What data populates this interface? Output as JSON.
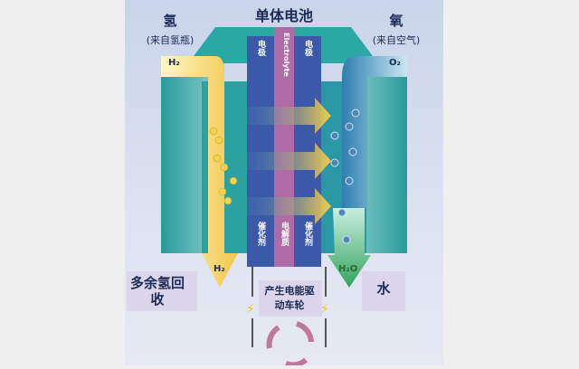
{
  "title": "单体电池",
  "hydrogen": {
    "label": "氢",
    "source": "(来自氢瓶)",
    "formula_in": "H₂",
    "formula_out": "H₂",
    "recycle": "多余氢回收"
  },
  "oxygen": {
    "label": "氧",
    "source": "(来自空气)",
    "formula_in": "O₂"
  },
  "electrode_left": "电极",
  "electrode_right": "电极",
  "electrolyte_en": "Electrolyte",
  "catalyst_left": "催化剂",
  "electrolyte_cn": "电解质",
  "catalyst_right": "催化剂",
  "water_formula": "H₂O",
  "water": "水",
  "power": "产生电能驱动车轮",
  "colors": {
    "hydrogen": "#f2c84a",
    "oxygen": "#3c8fb8",
    "water": "#3fae63",
    "electrolyte": "#a0468f",
    "electrode": "#3b59a8"
  }
}
